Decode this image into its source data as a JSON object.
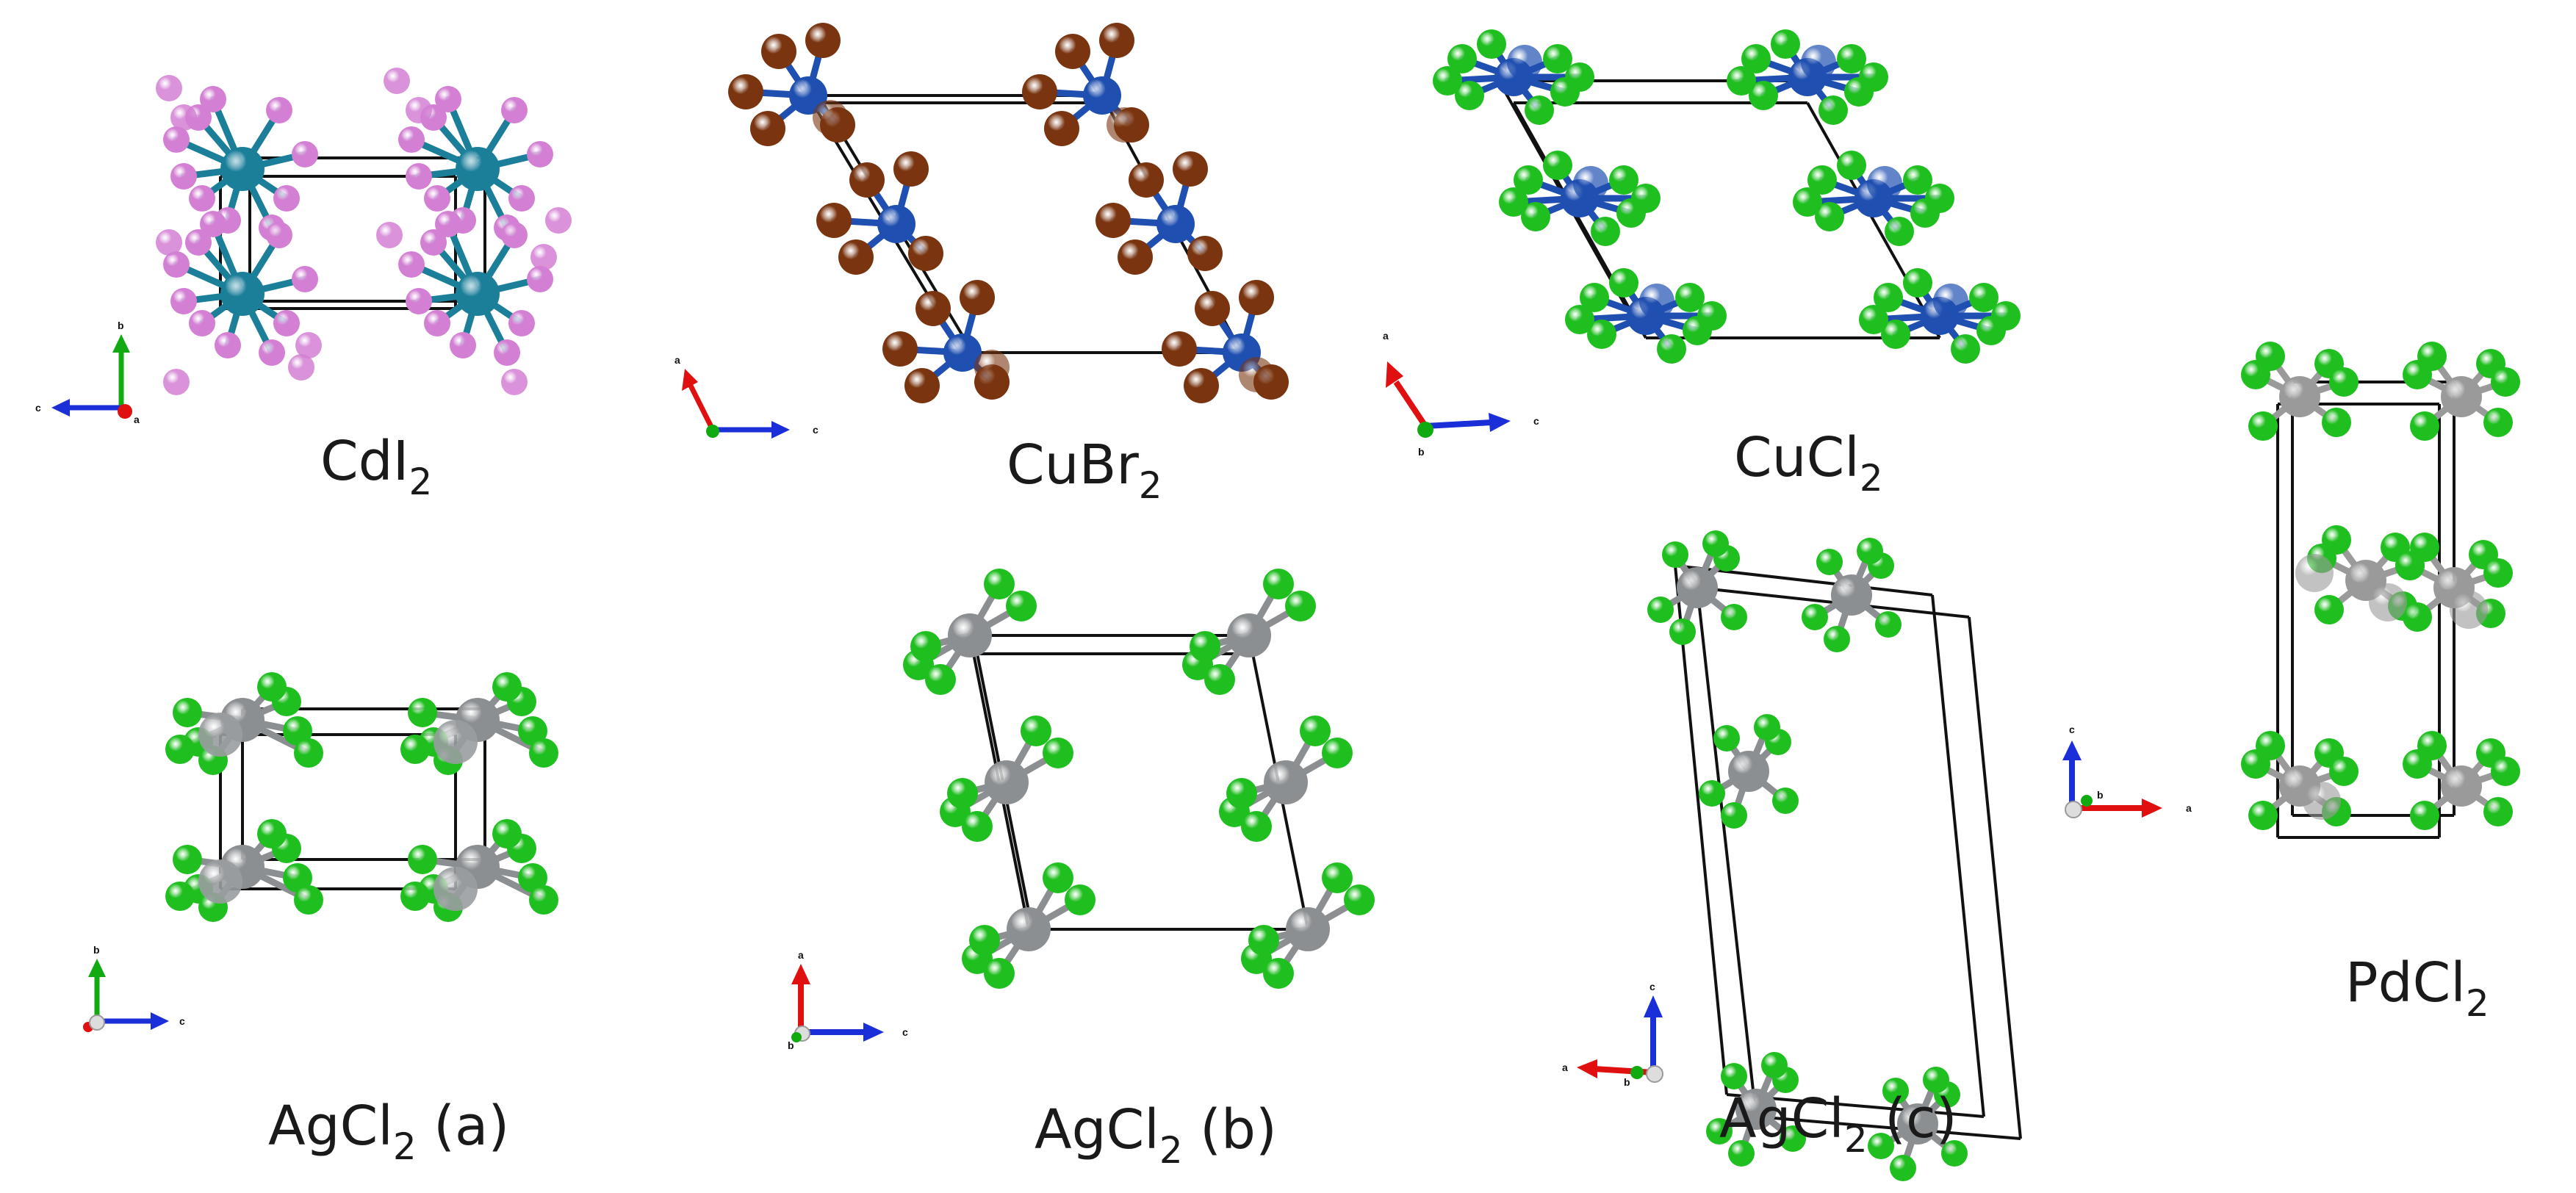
{
  "colors": {
    "cd": "#1b7f9a",
    "iodine": "#d37fd3",
    "cu": "#1f4fb0",
    "br": "#7a3510",
    "cl": "#1fbf1f",
    "ag": "#8c8f92",
    "pd": "#9a9a9a",
    "cell": "#111111",
    "axis_a": "#e01010",
    "axis_b": "#11aa11",
    "axis_c": "#1a2fd8"
  },
  "structures": [
    {
      "id": "cdi2",
      "label": {
        "main": "CdI",
        "sub": "2",
        "suffix": ""
      },
      "axes": [
        "b",
        "c",
        "a"
      ]
    },
    {
      "id": "cubr2",
      "label": {
        "main": "CuBr",
        "sub": "2",
        "suffix": ""
      },
      "axes": [
        "a",
        "c"
      ]
    },
    {
      "id": "cucl2",
      "label": {
        "main": "CuCl",
        "sub": "2",
        "suffix": ""
      },
      "axes": [
        "a",
        "c",
        "b"
      ]
    },
    {
      "id": "pdcl2",
      "label": {
        "main": "PdCl",
        "sub": "2",
        "suffix": ""
      },
      "axes": [
        "c",
        "b",
        "a"
      ]
    },
    {
      "id": "agcl2a",
      "label": {
        "main": "AgCl",
        "sub": "2",
        "suffix": " (a)"
      },
      "axes": [
        "b",
        "c"
      ]
    },
    {
      "id": "agcl2b",
      "label": {
        "main": "AgCl",
        "sub": "2",
        "suffix": " (b)"
      },
      "axes": [
        "a",
        "c",
        "b"
      ]
    },
    {
      "id": "agcl2c",
      "label": {
        "main": "AgCl",
        "sub": "2",
        "suffix": " (c)"
      },
      "axes": [
        "c",
        "a",
        "b"
      ]
    }
  ]
}
